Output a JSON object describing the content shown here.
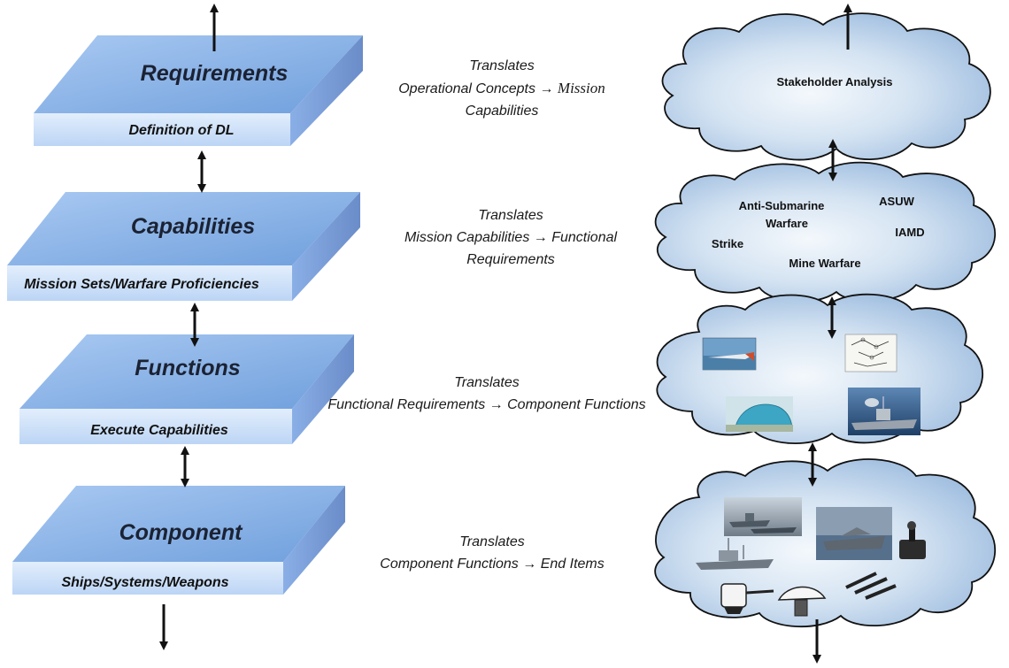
{
  "layers": [
    {
      "title": "Requirements",
      "subtitle": "Definition of DL"
    },
    {
      "title": "Capabilities",
      "subtitle": "Mission Sets/Warfare Proficiencies"
    },
    {
      "title": "Functions",
      "subtitle": "Execute Capabilities"
    },
    {
      "title": "Component",
      "subtitle": "Ships/Systems/Weapons"
    }
  ],
  "translations": [
    {
      "line1": "Translates",
      "from": "Operational Concepts",
      "arrow": "→",
      "to": "Mission",
      "line3": "Capabilities"
    },
    {
      "line1": "Translates",
      "from": "Mission Capabilities",
      "arrow": "→",
      "to": "Functional",
      "line3": "Requirements"
    },
    {
      "line1": "Translates",
      "from": "Functional Requirements",
      "arrow": "→",
      "to": "Component Functions",
      "line3": ""
    },
    {
      "line1": "Translates",
      "from": "Component Functions",
      "arrow": "→",
      "to": "End Items",
      "line3": ""
    }
  ],
  "clouds": {
    "stakeholder": {
      "label": "Stakeholder Analysis"
    },
    "missions": {
      "asw_line1": "Anti-Submarine",
      "asw_line2": "Warfare",
      "asuw": "ASUW",
      "strike": "Strike",
      "iamd": "IAMD",
      "mine": "Mine Warfare"
    }
  },
  "colors": {
    "block_top": "#8fb6e8",
    "block_front": "#d3e5fb",
    "block_side": "#7e9ed8",
    "title_text": "#1b2233",
    "arrow": "#111111",
    "cloud_sky": "#a9c6e4"
  }
}
